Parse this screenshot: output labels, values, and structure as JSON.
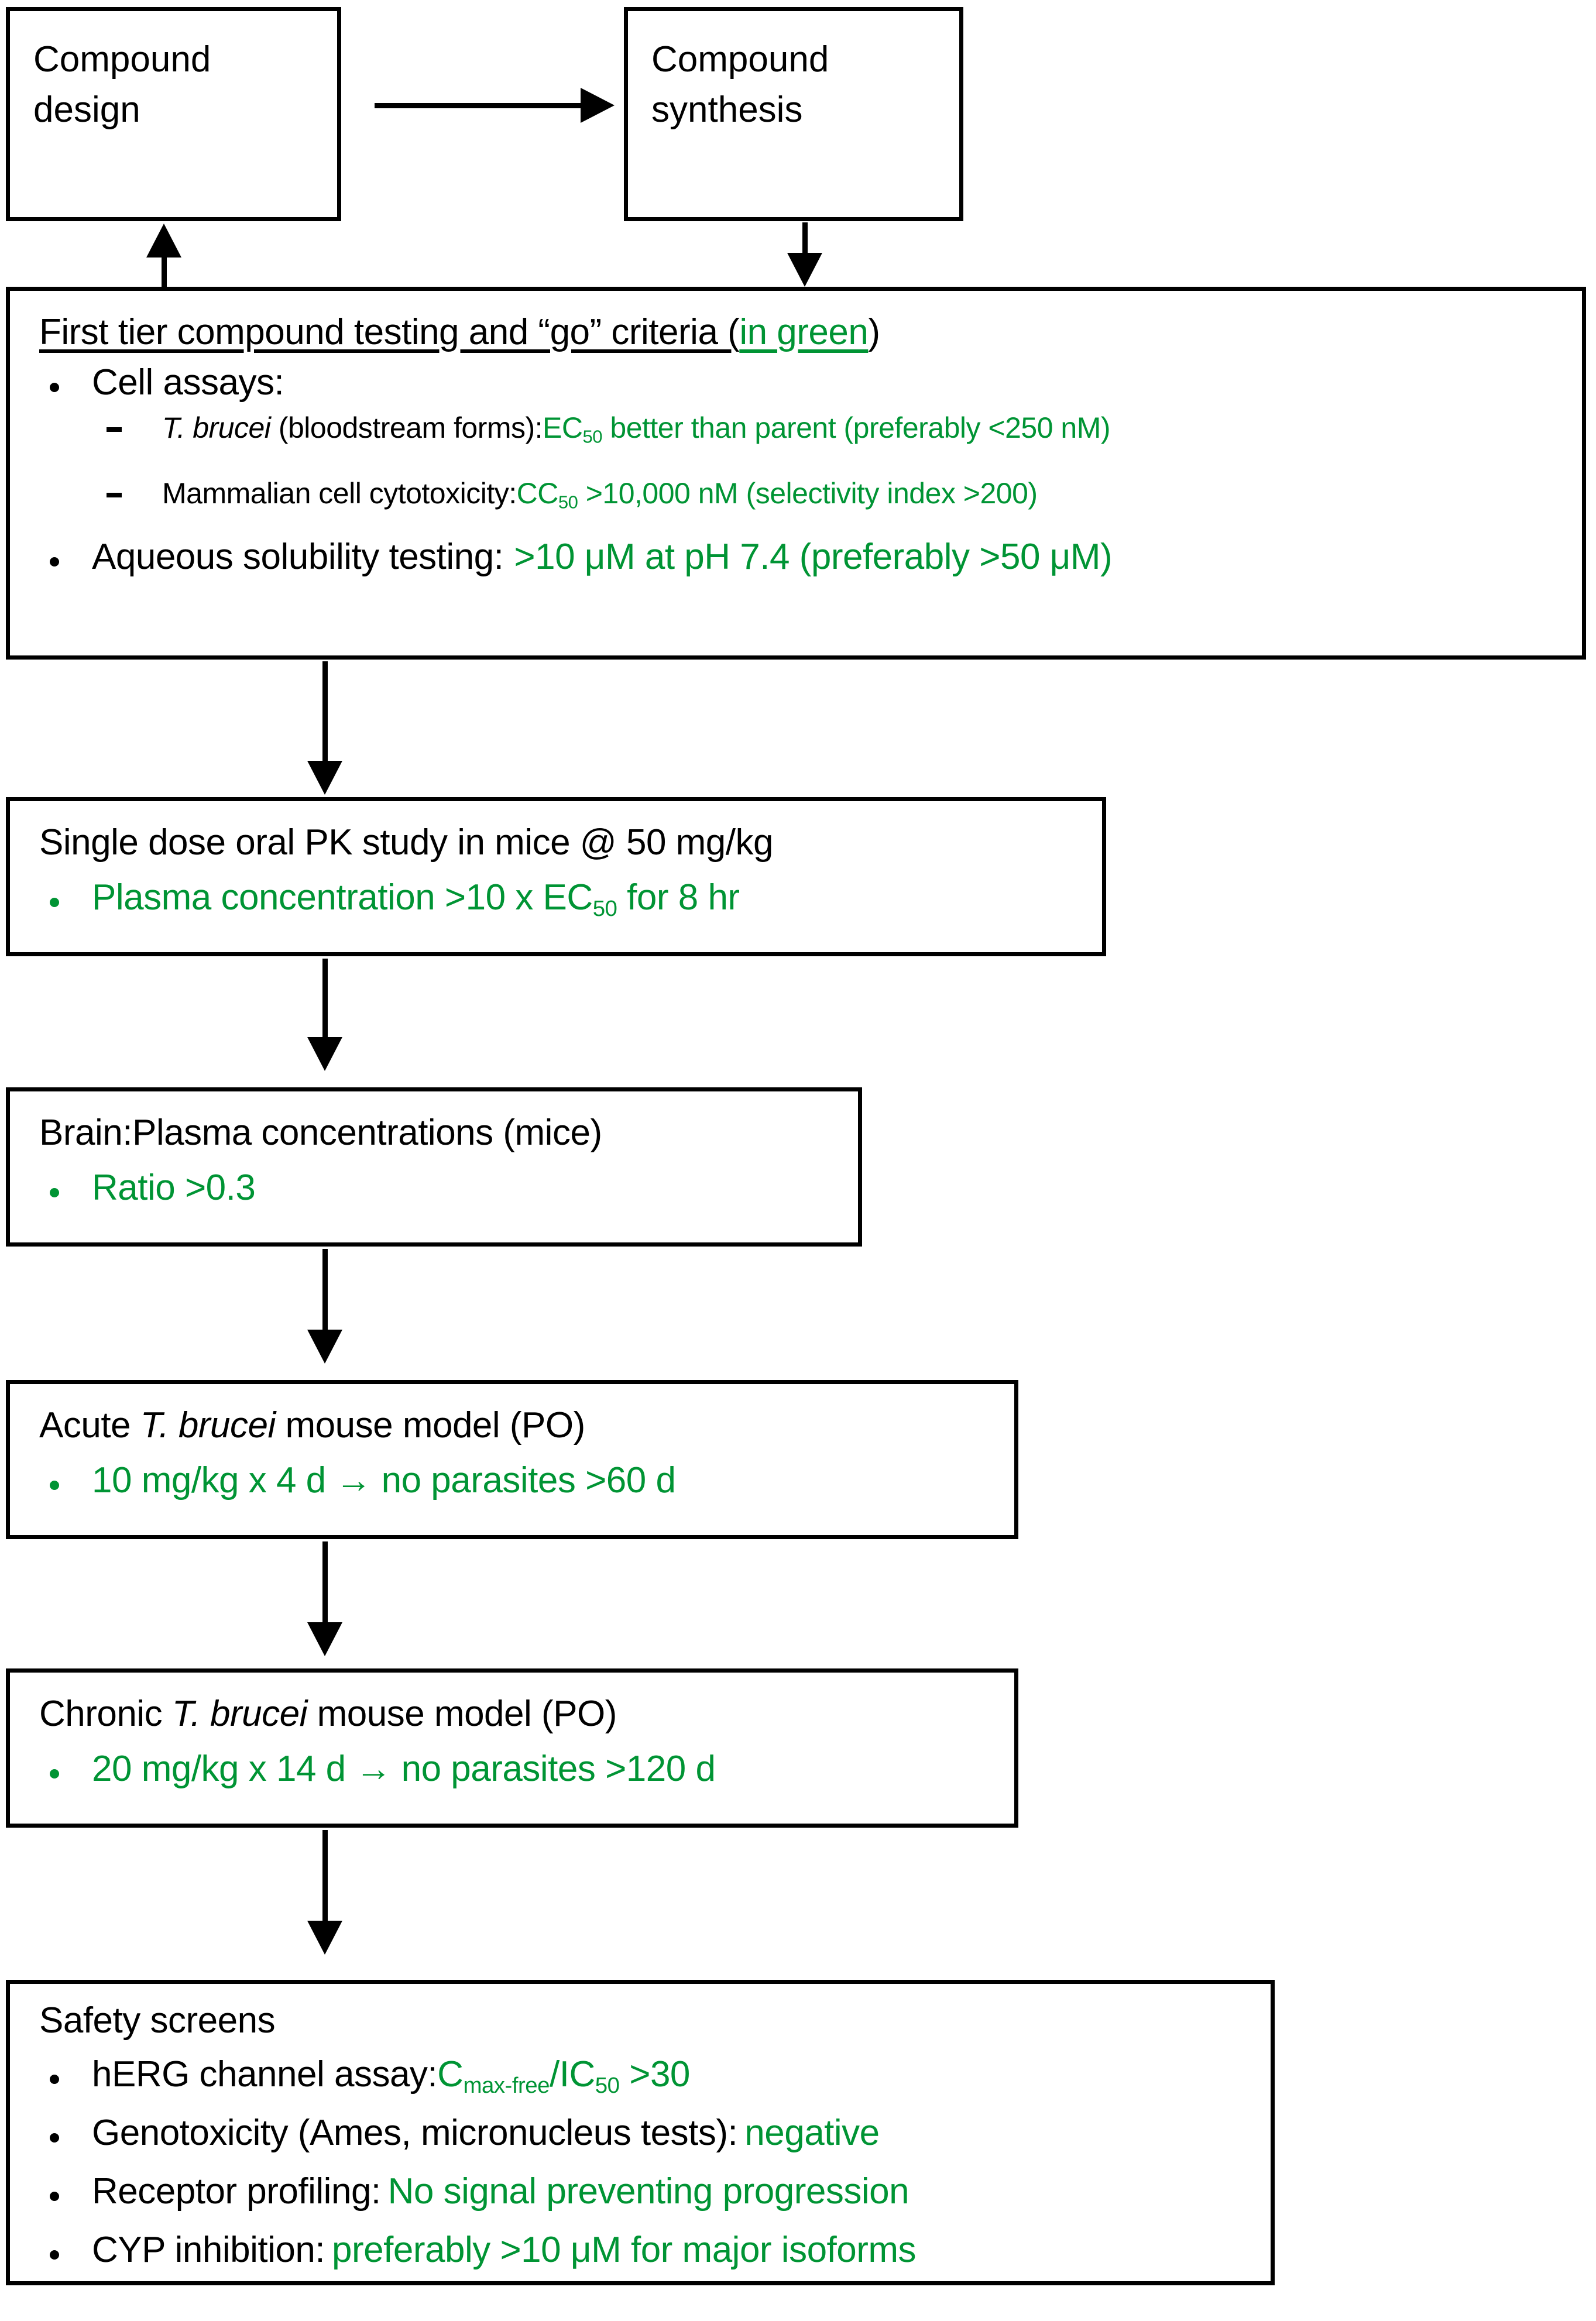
{
  "diagram": {
    "title": "Compound progression criteria flowchart",
    "accent_green": "#009434",
    "black": "#000000"
  },
  "nodes": {
    "compound_design": {
      "label": "Compound\ndesign"
    },
    "compound_synthesis": {
      "label": "Compound\nsynthesis"
    },
    "first_tier": {
      "heading_black_a": "First tier compound testing and “go” criteria (",
      "heading_green": "in green",
      "heading_black_b": ")",
      "bullets": [
        {
          "black": "Cell assays:",
          "green": "",
          "sub_bullets": [
            {
              "black_italic": "T. brucei",
              "black": " (bloodstream forms):",
              "green_prefix": "EC",
              "green_sub": "50",
              "green": " better than parent (preferably <250 nM)"
            },
            {
              "black_italic": "",
              "black": "Mammalian cell cytotoxicity:",
              "green_prefix": "CC",
              "green_sub": "50",
              "green": " >10,000 nM (selectivity index >200)"
            }
          ]
        },
        {
          "black": "Aqueous solubility testing:",
          "green": ">10 μM at pH 7.4 (preferably >50 μM)",
          "sub_bullets": []
        }
      ]
    },
    "pk_study": {
      "heading": "Single dose oral PK study in mice @ 50 mg/kg",
      "bullet_green_a": "Plasma concentration >10 x EC",
      "bullet_green_sub": "50",
      "bullet_green_b": " for 8 hr"
    },
    "brain_plasma": {
      "heading": "Brain:Plasma concentrations (mice)",
      "bullet_green": "Ratio >0.3"
    },
    "acute_model": {
      "heading_a": "Acute ",
      "heading_italic": "T. brucei",
      "heading_b": " mouse model (PO)",
      "bullet_green": "10 mg/kg x 4 d → no parasites >60 d"
    },
    "chronic_model": {
      "heading_a": "Chronic ",
      "heading_italic": "T. brucei",
      "heading_b": " mouse model (PO)",
      "bullet_green": "20 mg/kg x 14 d → no parasites >120 d"
    },
    "safety_screens": {
      "heading": "Safety screens",
      "bullets": [
        {
          "black": "hERG channel assay:",
          "green_prefix": "C",
          "green_sub_a": "max-free",
          "green_mid": "/IC",
          "green_sub_b": "50",
          "green_suffix": " >30"
        },
        {
          "black": "Genotoxicity (Ames, micronucleus tests):",
          "green": "negative"
        },
        {
          "black": "Receptor profiling:",
          "green": "No signal preventing progression"
        },
        {
          "black": "CYP inhibition:",
          "green": "preferably >10 μM for major isoforms"
        }
      ]
    }
  },
  "connectors": {
    "design_to_synthesis": {
      "name": "arrow-design-to-synthesis",
      "direction": "right"
    },
    "synthesis_to_first_tier": {
      "name": "arrow-synthesis-to-first-tier",
      "direction": "down"
    },
    "first_tier_to_design": {
      "name": "arrow-first-tier-to-design",
      "direction": "up"
    },
    "first_tier_to_pk": {
      "name": "arrow-first-tier-to-pk",
      "direction": "down"
    },
    "pk_to_brain": {
      "name": "arrow-pk-to-brain",
      "direction": "down"
    },
    "brain_to_acute": {
      "name": "arrow-brain-to-acute",
      "direction": "down"
    },
    "acute_to_chronic": {
      "name": "arrow-acute-to-chronic",
      "direction": "down"
    },
    "chronic_to_safety": {
      "name": "arrow-chronic-to-safety",
      "direction": "down"
    }
  }
}
